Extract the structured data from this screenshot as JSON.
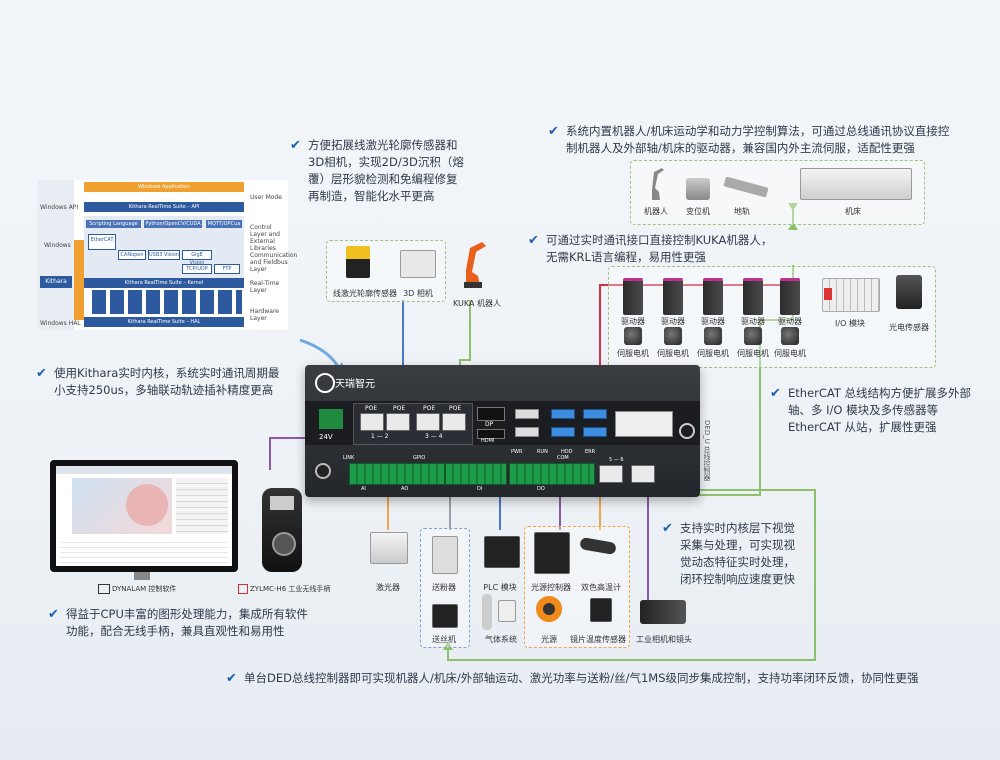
{
  "notes": {
    "laser_sensor": "方便拓展线激光轮廓传感器和3D相机，实现2D/3D沉积（熔覆）层形貌检测和免编程修复再制造，智能化水平更高",
    "system_robot": "系统内置机器人/机床运动学和动力学控制算法，可通过总线通讯协议直接控制机器人及外部轴/机床的驱动器，兼容国内外主流伺服，适配性更强",
    "kuka": "可通过实时通讯接口直接控制KUKA机器人，无需KRL语言编程，易用性更强",
    "kithara": "使用Kithara实时内核，系统实时通讯周期最小支持250us，多轴联动轨迹插补精度更高",
    "ethercat": "EtherCAT 总线结构方便扩展多外部轴、多 I/O 模块及多传感器等EtherCAT 从站，扩展性更强",
    "vision": "支持实时内核层下视觉采集与处理，可实现视觉动态特征实时处理，闭环控制响应速度更快",
    "cpu": "得益于CPU丰富的图形处理能力，集成所有软件功能，配合无线手柄，兼具直观性和易用性",
    "single_ded": "单台DED总线控制器即可实现机器人/机床/外部轴运动、激光功率与送粉/丝/气1MS级同步集成控制，支持功率闭环反馈，协同性更强"
  },
  "arch": {
    "windows_app": "Windows Application",
    "api": "Kithara RealTime Suite – API",
    "scripting": "Scripting Language",
    "python": "Python/OpenCV/CUDA",
    "mqtt": "MQTT/OPCua",
    "ethercat_box": "EtherCAT",
    "canopen": "CANopen",
    "usb3": "USB3 Vision",
    "gige": "GigE Vision",
    "tcpudp": "TCP/UDP",
    "ftp": "FTP",
    "kernel": "Kithara RealTime Suite – Kernel",
    "hal": "Kithara RealTime Suite – HAL",
    "windows_api": "Windows API",
    "windows_kernel": "Windows",
    "windows_hal": "Windows HAL",
    "kithara_left": "Kithara",
    "layer_user": "User Mode",
    "layer_control": "Control Layer and External Libraries",
    "layer_comm": "Communication and Fieldbus Layer",
    "layer_realtime": "Real-Time Layer",
    "layer_hardware": "Hardware Layer"
  },
  "top_devices": {
    "laser_profile": "线激光轮廓传感器",
    "camera3d": "3D 相机",
    "kuka": "KUKA 机器人"
  },
  "robots": {
    "robot": "机器人",
    "positioner": "变位机",
    "track": "地轨",
    "machine": "机床"
  },
  "drives": {
    "driver": "驱动器",
    "motor": "伺服电机",
    "io": "I/O 模块",
    "photo": "光电传感器"
  },
  "controller": {
    "brand": "天瑞智元",
    "side_label": "DED_U 总线控制器",
    "power": "24V",
    "dp": "DP",
    "hdmi": "HDMI",
    "pwr": "PWR",
    "run": "RUN",
    "hdd": "HDD",
    "err": "ERR",
    "gpio": "GPIO",
    "com": "COM",
    "poe": "POE",
    "port_range_1": "1 — 2",
    "port_range_2": "3 — 4",
    "port_range_3": "5 — 6",
    "lnk": "LINK",
    "ai": "AI",
    "ao": "AO",
    "di": "DI",
    "do": "DO"
  },
  "bottom_devices": {
    "laser": "激光器",
    "powder": "送粉器",
    "wire": "送丝机",
    "plc": "PLC 模块",
    "gas": "气体系统",
    "light_ctrl": "光源控制器",
    "pyrometer": "双色高温计",
    "light": "光源",
    "lens_temp": "镜片温度传感器",
    "industrial_cam": "工业相机和镜头"
  },
  "software": {
    "dynalam": "DYNALAM 控制软件",
    "pendant": "ZYLMC-H6 工业无线手柄"
  },
  "colors": {
    "accent_blue": "#1f5fb0",
    "dash_green": "#9cc47a",
    "dash_orange": "#f0a44a",
    "line_green": "#8dc06a",
    "line_purple": "#8a5aa8",
    "line_blue": "#4a78c8",
    "line_red": "#d0304a",
    "orange_arch": "#f0a030"
  }
}
